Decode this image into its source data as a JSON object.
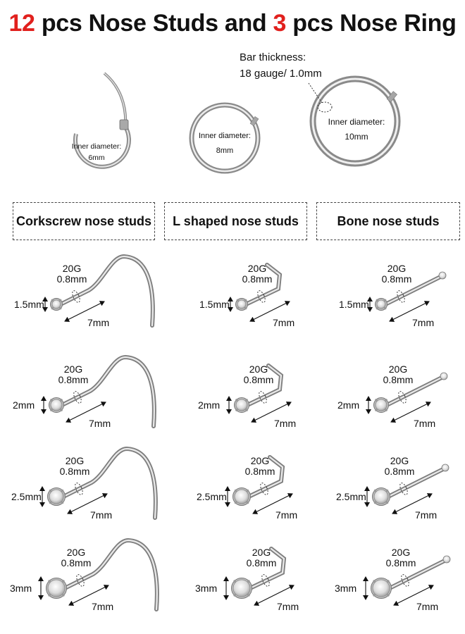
{
  "title": {
    "count1": "12",
    "part1": " pcs Nose Studs and ",
    "count2": "3",
    "part2": " pcs Nose Ring",
    "accent_color": "#e1201d"
  },
  "rings": [
    {
      "label_line1": "Inner diameter:",
      "label_line2": "6mm"
    },
    {
      "label_line1": "Inner diameter:",
      "label_line2": "8mm"
    },
    {
      "label_line1": "Inner diameter:",
      "label_line2": "10mm"
    }
  ],
  "bar_thickness": {
    "line1": "Bar thickness:",
    "line2": "18 gauge/ 1.0mm"
  },
  "headers": [
    "Corkscrew nose studs",
    "L shaped nose studs",
    "Bone nose studs"
  ],
  "studs": {
    "gauge_line1": "20G",
    "gauge_line2": "0.8mm",
    "length": "7mm",
    "sizes": [
      "1.5mm",
      "2mm",
      "2.5mm",
      "3mm"
    ]
  },
  "icons": {
    "ring": "hinged-ring-icon",
    "corkscrew": "corkscrew-stud-icon",
    "lshape": "l-shaped-stud-icon",
    "bone": "bone-stud-icon"
  }
}
